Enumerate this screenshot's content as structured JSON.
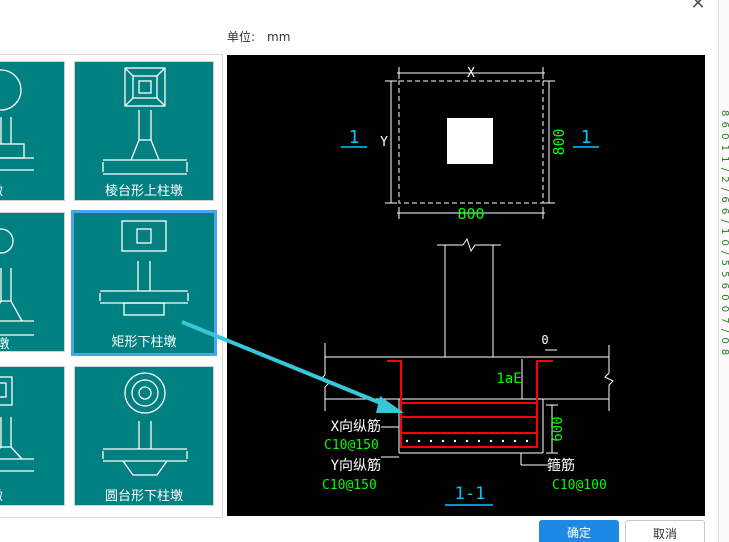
{
  "unit": {
    "label": "单位:",
    "value": "mm"
  },
  "tiles": [
    {
      "label": "柱墩",
      "variant": "round-upper-cut"
    },
    {
      "label": "棱台形上柱墩",
      "variant": "frustum-upper"
    },
    {
      "label": "上柱墩",
      "variant": "round-upper-cut-2"
    },
    {
      "label": "矩形下柱墩",
      "variant": "rect-lower",
      "selected": true
    },
    {
      "label": "柱墩",
      "variant": "square-lower-cut"
    },
    {
      "label": "圆台形下柱墩",
      "variant": "round-frustum-lower"
    }
  ],
  "preview": {
    "dim_x": "X",
    "dim_y": "Y",
    "dim_width": "800",
    "dim_height": "800",
    "section_mark_left": "1",
    "section_mark_right": "1",
    "dim_zero": "0",
    "dim_lae": "1aE",
    "dim_depth": "600",
    "x_rebar_label": "X向纵筋",
    "x_rebar_value": "C10@150",
    "y_rebar_label": "Y向纵筋",
    "y_rebar_value": "C10@150",
    "stirrup_label": "箍筋",
    "stirrup_value": "C10@100",
    "section_title": "1-1"
  },
  "buttons": {
    "ok": "确定",
    "cancel": "取消"
  },
  "colors": {
    "tile": "#008080",
    "selection": "#4aa3f0",
    "dim_text": "#00ff00",
    "rebar": "#ff0000",
    "section": "#00c8ff",
    "arrow": "#36c8d8",
    "primary": "#1e88e5"
  },
  "edge_text": "8 6 0 1 1 / 2 / 6 6 / 1 0 / 5 5 6 0 0 7 / 0 8"
}
